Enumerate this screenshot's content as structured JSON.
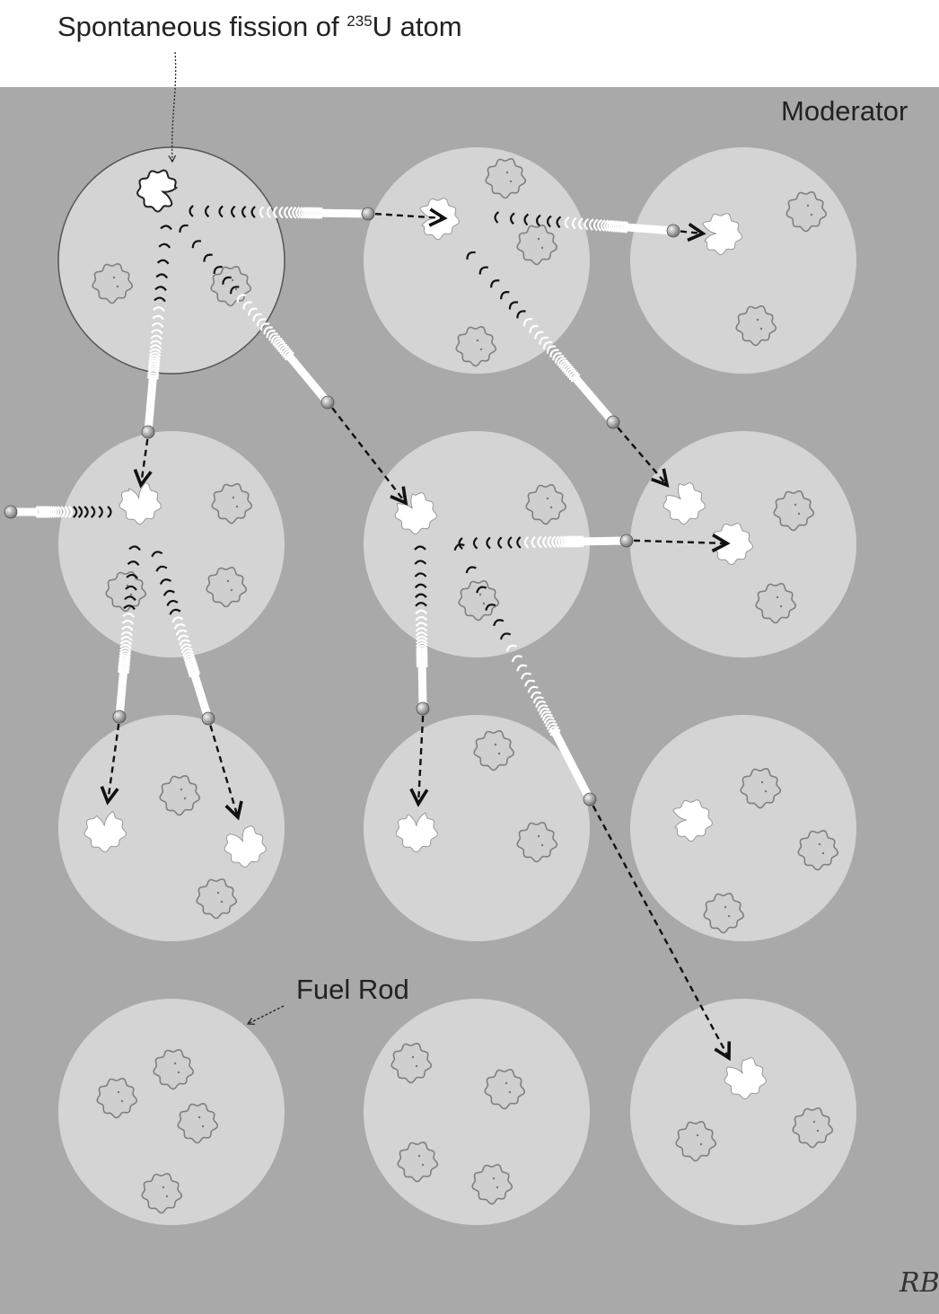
{
  "labels": {
    "title_prefix": "Spontaneous fission of ",
    "title_isotope_mass": "235",
    "title_suffix": "U atom",
    "moderator": "Moderator",
    "fuel_rod": "Fuel Rod"
  },
  "signature": "RB",
  "colors": {
    "moderator": "#a9a9a9",
    "fuel_rod": "#d4d4d4",
    "atom_outline": "#808080",
    "fissioned_atom": "#ffffff",
    "arrow": "#111111"
  }
}
